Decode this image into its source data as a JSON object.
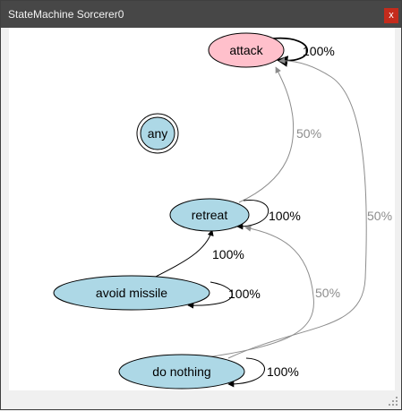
{
  "window": {
    "title": "StateMachine Sorcerer0",
    "close_glyph": "x"
  },
  "icons": {
    "close": "close-icon",
    "resize": "resize-grip-icon"
  },
  "colors": {
    "titlebar": "#474747",
    "close": "#c42b1c",
    "state_active": "#ffc0cb",
    "state_default": "#add8e6",
    "edge_primary": "#000000",
    "edge_secondary": "#8c8c8c"
  },
  "graph": {
    "states": [
      {
        "id": "attack",
        "label": "attack",
        "active": true
      },
      {
        "id": "any",
        "label": "any",
        "double": true
      },
      {
        "id": "retreat",
        "label": "retreat"
      },
      {
        "id": "avoid_missile",
        "label": "avoid missile"
      },
      {
        "id": "do_nothing",
        "label": "do nothing"
      }
    ],
    "edges": [
      {
        "from": "attack",
        "to": "attack",
        "label": "100%"
      },
      {
        "from": "retreat",
        "to": "attack",
        "label": "50%"
      },
      {
        "from": "do_nothing",
        "to": "attack",
        "label": "50%"
      },
      {
        "from": "retreat",
        "to": "retreat",
        "label": "100%"
      },
      {
        "from": "avoid_missile",
        "to": "retreat",
        "label": "100%"
      },
      {
        "from": "avoid_missile",
        "to": "avoid_missile",
        "label": "100%"
      },
      {
        "from": "do_nothing",
        "to": "retreat",
        "label": "50%"
      },
      {
        "from": "do_nothing",
        "to": "do_nothing",
        "label": "100%"
      }
    ]
  }
}
